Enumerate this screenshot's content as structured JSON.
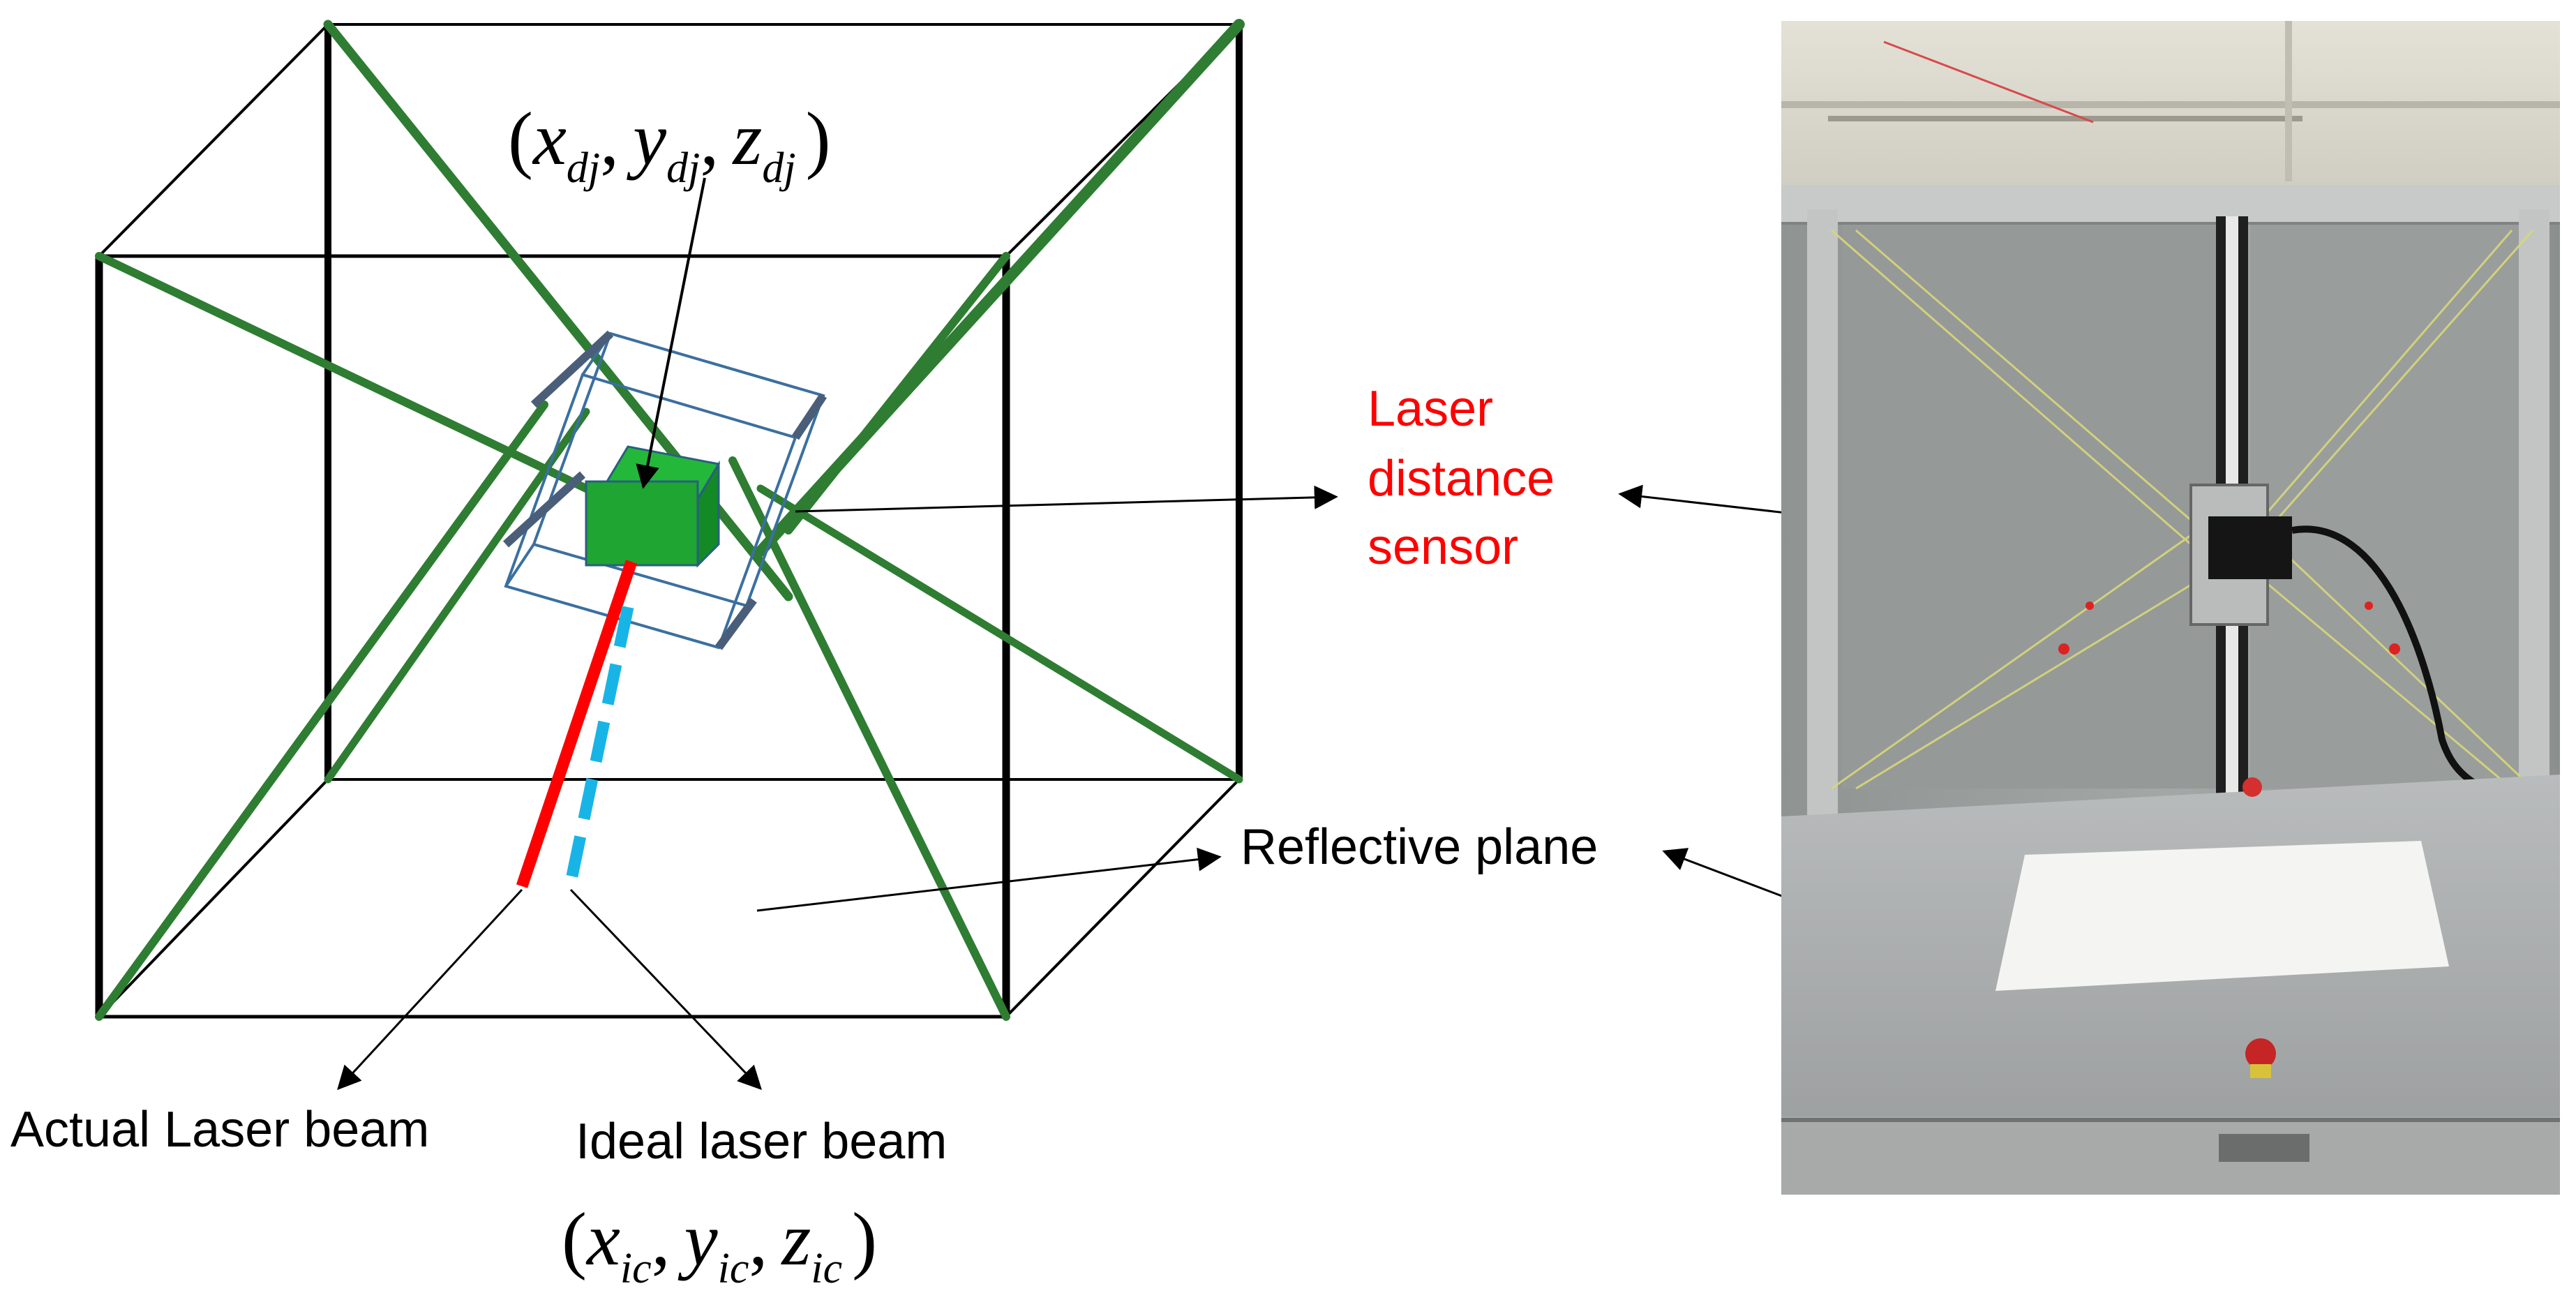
{
  "diagram": {
    "labels": {
      "top_coordinate": {
        "open": "(",
        "x": "x",
        "x_sub": "dj",
        "y": "y",
        "y_sub": "dj",
        "z": "z",
        "z_sub": "dj",
        "comma": ",",
        "close": ")"
      },
      "bottom_coordinate": {
        "open": "(",
        "x": "x",
        "x_sub": "ic",
        "y": "y",
        "y_sub": "ic",
        "z": "z",
        "z_sub": "ic",
        "comma": ",",
        "close": ")"
      },
      "laser_sensor": [
        "Laser",
        "distance",
        "sensor"
      ],
      "reflective_plane": "Reflective plane",
      "actual_beam": "Actual Laser beam",
      "ideal_beam": "Ideal laser beam"
    },
    "colors": {
      "frame": "#000000",
      "cable": "#2e7d32",
      "platform_frame": "#3b6fa0",
      "sensor": "#1fa531",
      "actual_beam": "#ff0000",
      "ideal_beam": "#19b4e6",
      "sensor_label": "#ff0000"
    }
  }
}
